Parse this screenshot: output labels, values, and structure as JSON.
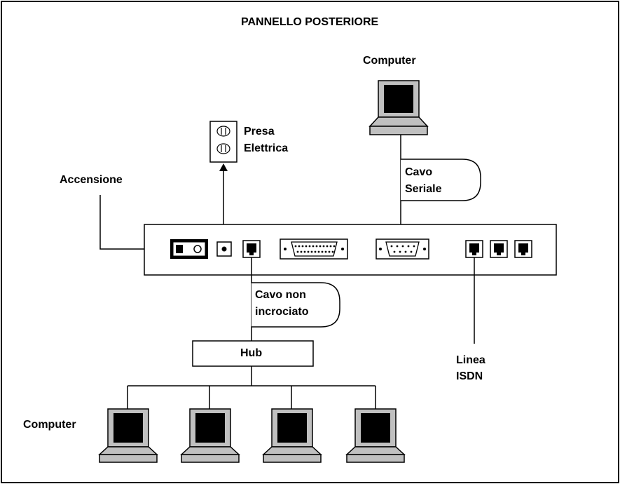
{
  "title": "PANNELLO POSTERIORE",
  "labels": {
    "computer_top": "Computer",
    "presa_line1": "Presa",
    "presa_line2": "Elettrica",
    "accensione": "Accensione",
    "cavo_seriale_line1": "Cavo",
    "cavo_seriale_line2": "Seriale",
    "cavo_non_line1": "Cavo non",
    "cavo_non_line2": "incrociato",
    "hub": "Hub",
    "linea_line1": "Linea",
    "linea_line2": "ISDN",
    "computer_bottom": "Computer"
  },
  "colors": {
    "line": "#000000",
    "computer_body": "#c0c0c0",
    "computer_screen": "#000000",
    "background": "#ffffff"
  }
}
